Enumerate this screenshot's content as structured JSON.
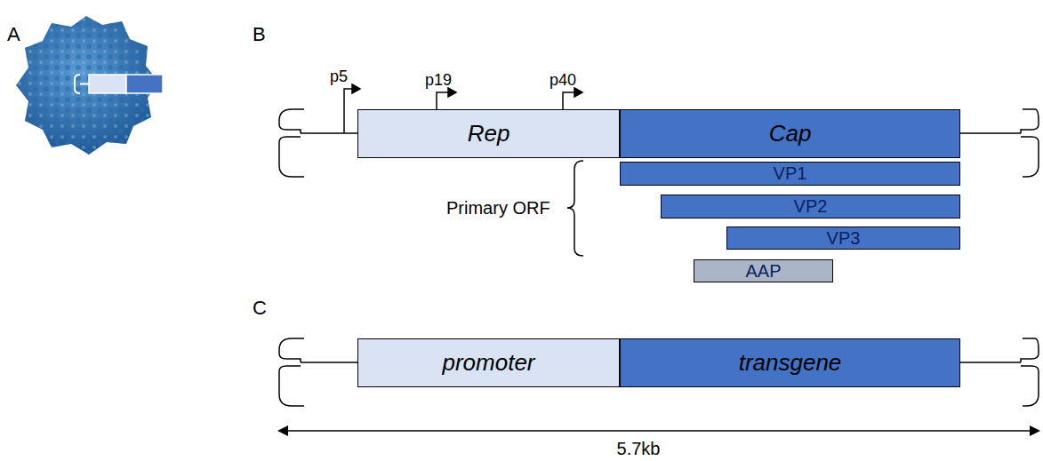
{
  "diagram": {
    "nodes": [
      {
        "text": [
          "Rep"
        ]
      },
      {
        "text": [
          "Cap"
        ]
      },
      {
        "text": [
          "VP1"
        ]
      },
      {
        "text": [
          "VP2"
        ]
      },
      {
        "text": [
          "VP3"
        ]
      },
      {
        "text": [
          "AAP"
        ]
      },
      {
        "text": [
          "promoter"
        ]
      },
      {
        "text": [
          "transgene"
        ]
      }
    ],
    "labels": [
      "A",
      "B",
      "p5",
      "p19",
      "p40",
      "Primary ORF",
      "C",
      "5.7kb"
    ]
  }
}
